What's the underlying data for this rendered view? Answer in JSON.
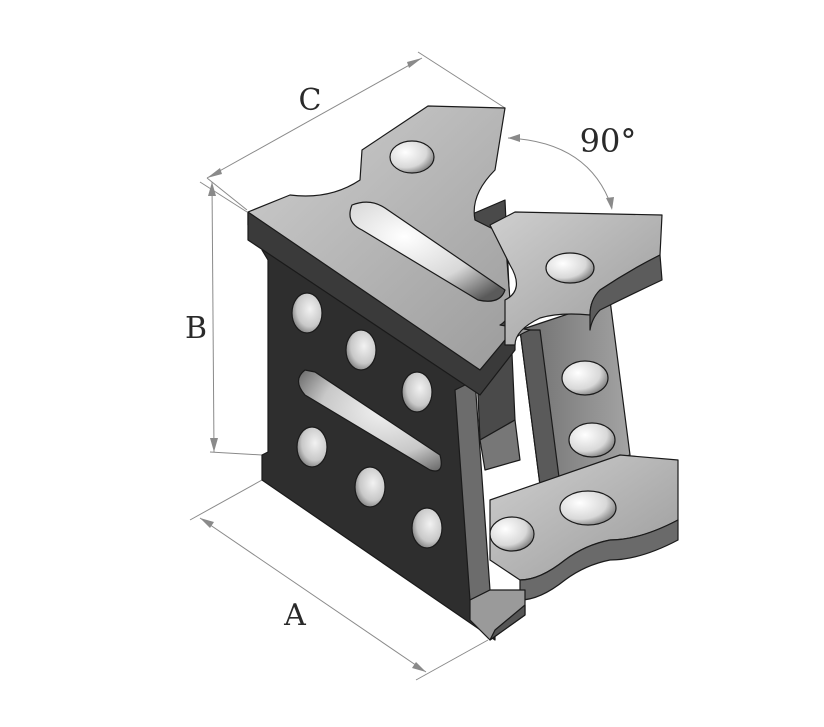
{
  "dimensions": {
    "a_label": "A",
    "b_label": "B",
    "c_label": "C",
    "angle_label": "90°"
  },
  "colors": {
    "top_face": "#a9a9a9",
    "top_face_light": "#c4c4c4",
    "dark_face": "#2e2e2e",
    "side_face": "#8c8c8c",
    "hole_inner": "#e6e6e6",
    "dimension_line": "#8a8a8a"
  }
}
